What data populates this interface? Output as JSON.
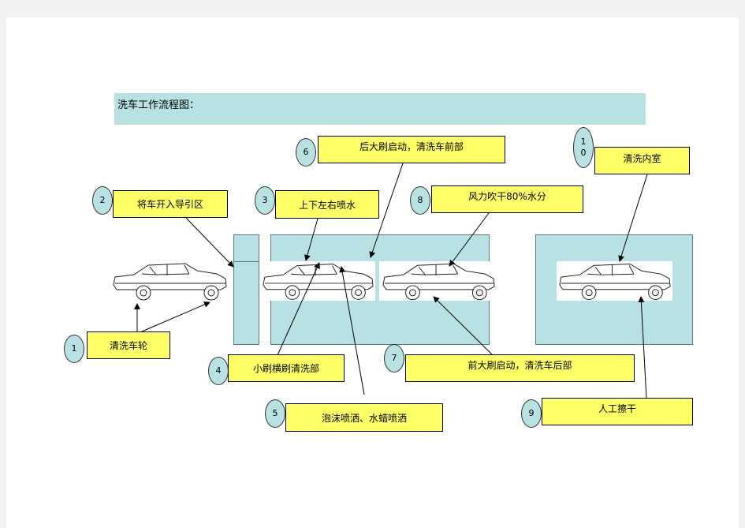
{
  "title": "洗车工作流程图：",
  "steps": [
    {
      "n": "1",
      "label": "清洗车轮"
    },
    {
      "n": "2",
      "label": "将车开入导引区"
    },
    {
      "n": "3",
      "label": "上下左右喷水"
    },
    {
      "n": "4",
      "label": "小刷横刷清洗部"
    },
    {
      "n": "5",
      "label": "泡沫喷洒、水蜡喷洒"
    },
    {
      "n": "6",
      "label": "后大刷启动，清洗车前部"
    },
    {
      "n": "7",
      "label": "前大刷启动，清洗车后部"
    },
    {
      "n": "8",
      "label": "风力吹干80%水分"
    },
    {
      "n": "9",
      "label": "人工擦干"
    },
    {
      "n": "10",
      "label": "清洗内室"
    }
  ],
  "colors": {
    "zone": "#b8e1e3",
    "label": "#ffff66",
    "arrow": "#000000"
  }
}
